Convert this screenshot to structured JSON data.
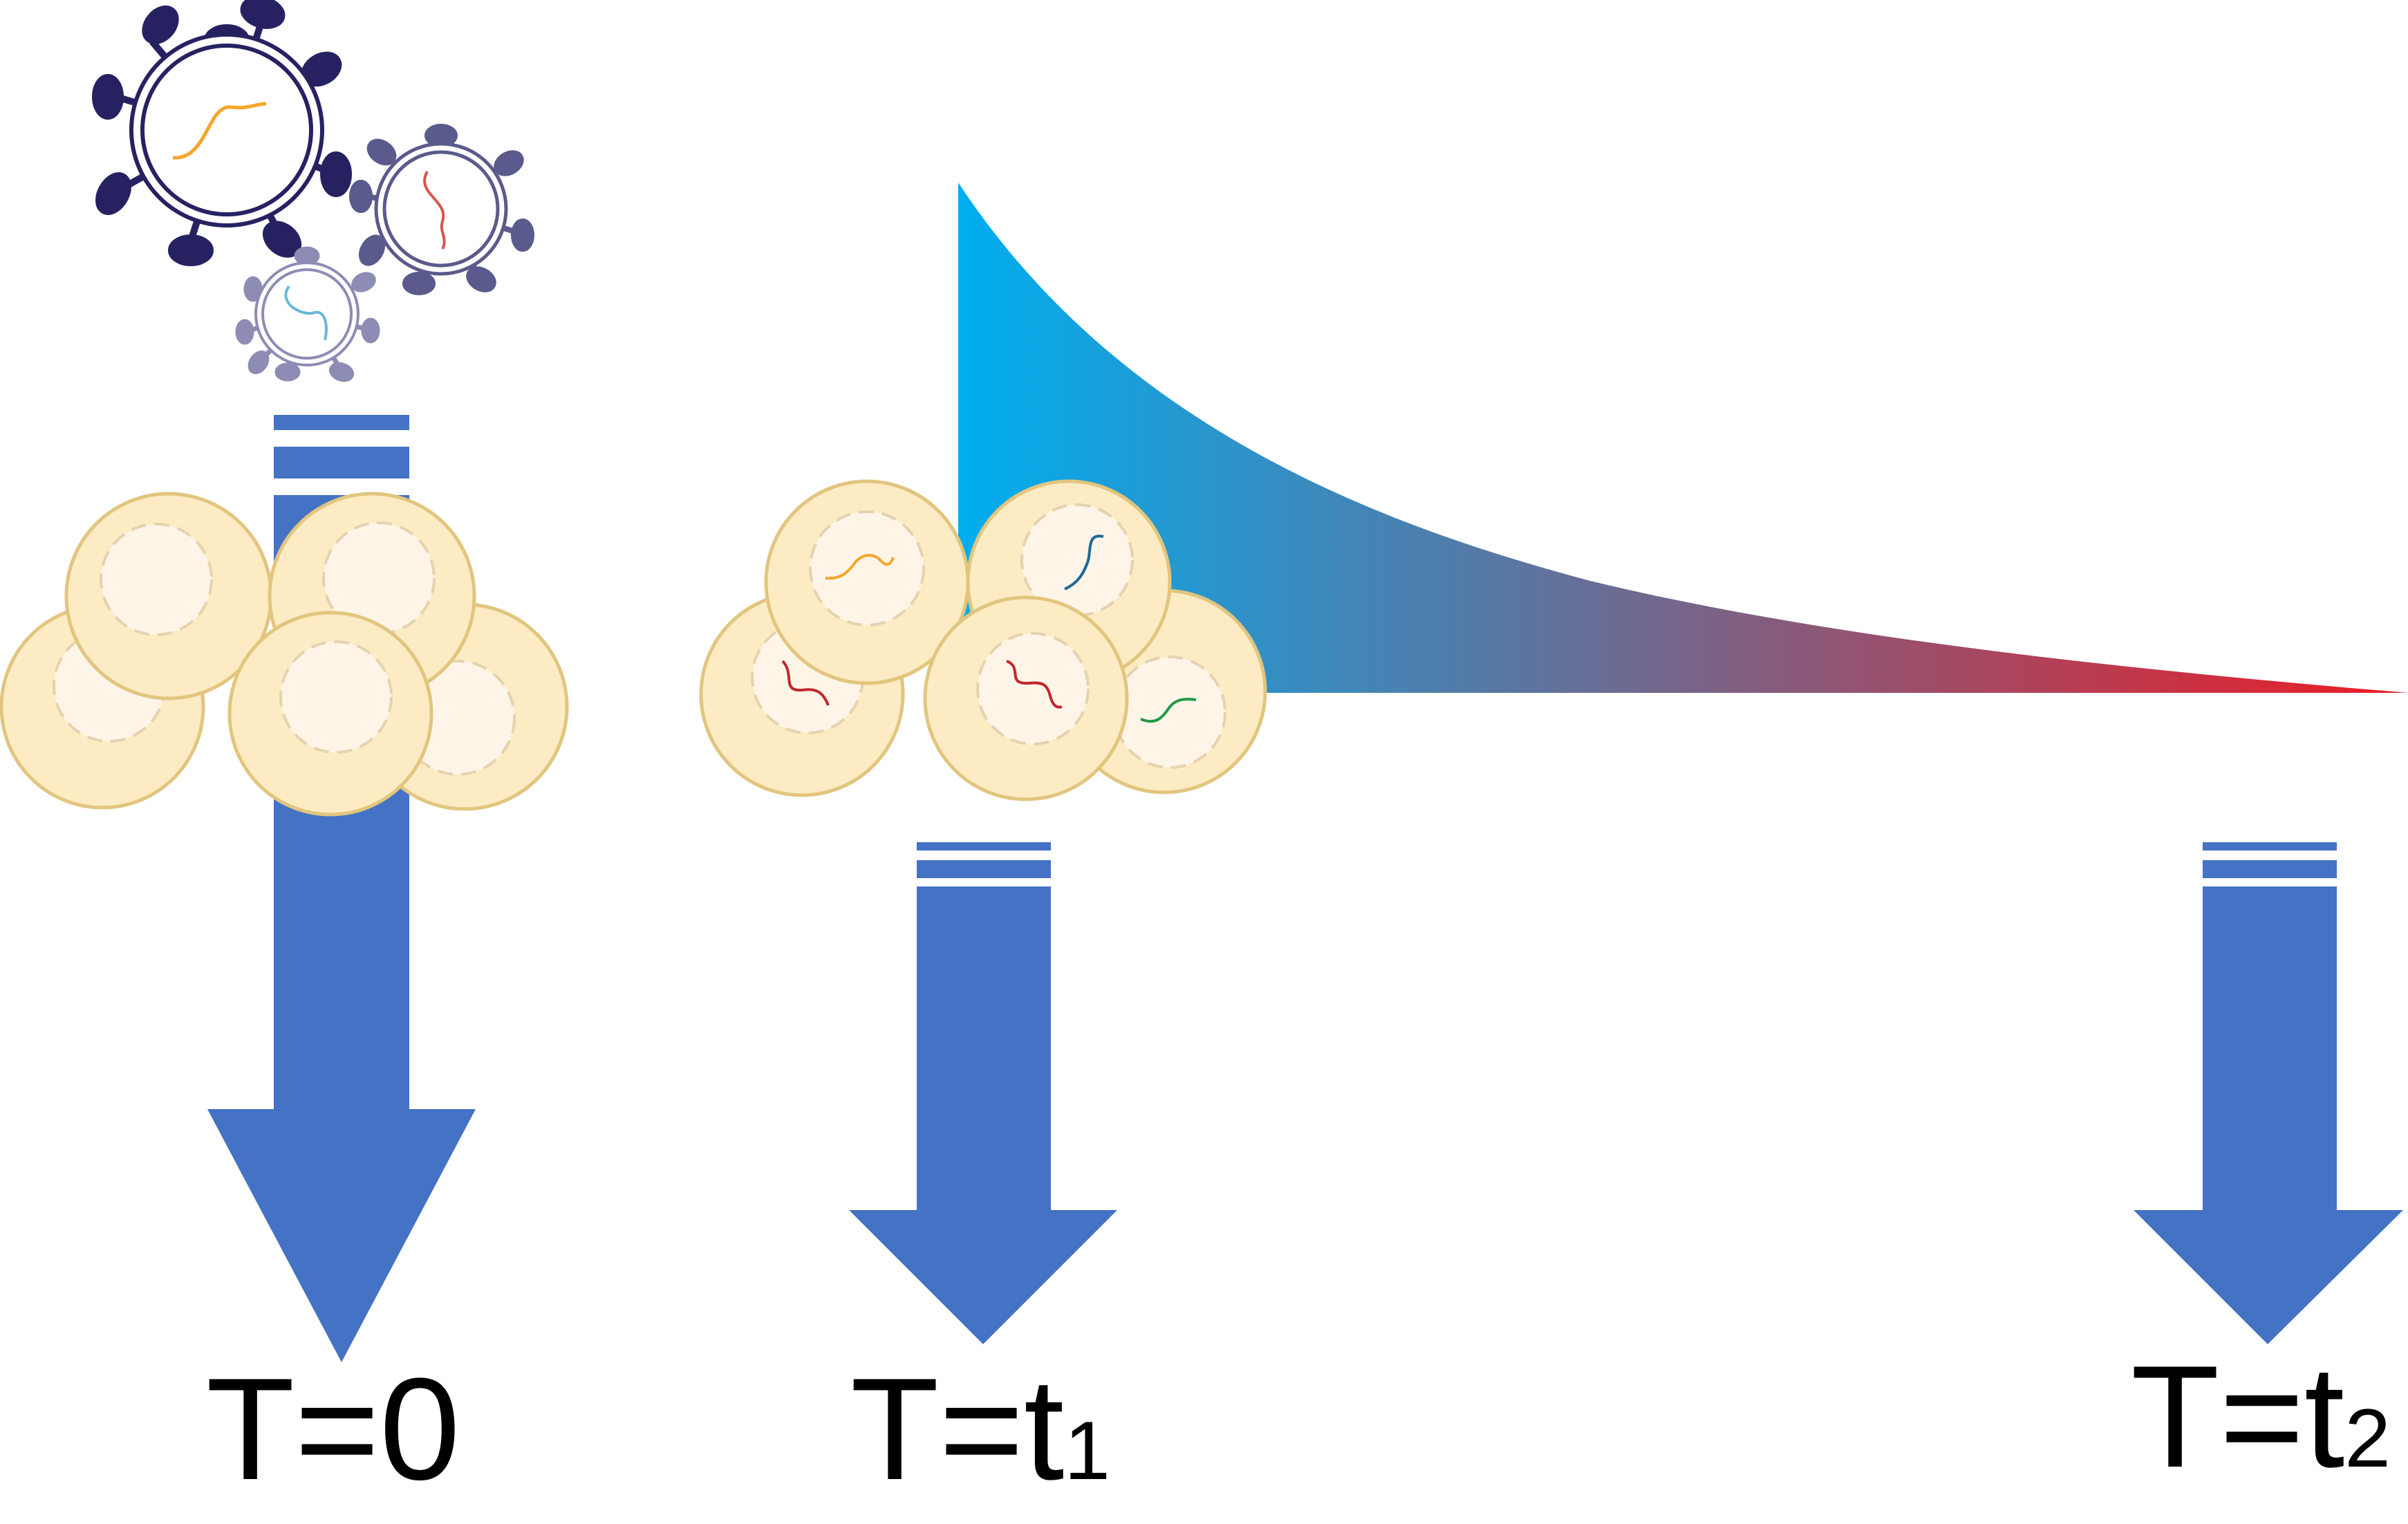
{
  "labels": {
    "t0": {
      "main": "T=0"
    },
    "t1": {
      "main": "T=t",
      "sub": "1"
    },
    "t2": {
      "main": "T=t",
      "sub": "2"
    }
  },
  "colors": {
    "arrow": "#4472C4",
    "cell_fill": "#FCEBC3",
    "cell_stroke": "#E2C57E",
    "nucleus_fill": "#FEF5E8",
    "nucleus_stroke": "#E6D2B0",
    "gradient_start": "#00AEEF",
    "gradient_end": "#ED1C24",
    "virus_dark": "#262262",
    "virus_mid": "#5A5A8C",
    "virus_light": "#8C8CB4",
    "rna_orange": "#F7A52B",
    "rna_red": "#D9534F",
    "rna_blue": "#6BB8D8",
    "rna_darkred": "#C0282D",
    "rna_darkblue": "#1B6A9A",
    "rna_green": "#1F9A4A"
  },
  "icons": {
    "virus": "virus-icon",
    "cell": "cell-icon",
    "arrow": "down-arrow-icon"
  }
}
